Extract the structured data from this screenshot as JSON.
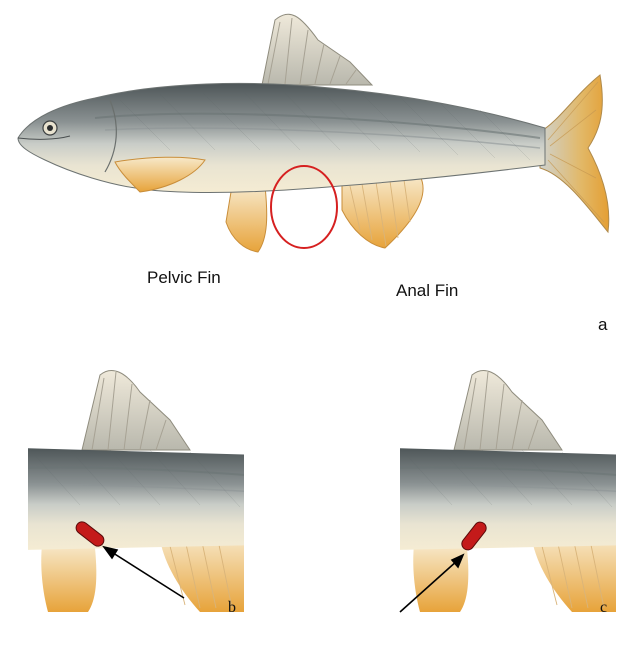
{
  "labels": {
    "pelvic_fin": "Pelvic Fin",
    "anal_fin": "Anal Fin",
    "panel_a": "a",
    "panel_b": "b",
    "panel_c": "c"
  },
  "colors": {
    "fish_back": "#5f6a6b",
    "fish_silver": "#c9cdc8",
    "fin_orange": "#e9a93f",
    "belly": "#f3ead0",
    "circle": "#d62020",
    "tag": "#c41a1a",
    "arrow": "#000000"
  }
}
